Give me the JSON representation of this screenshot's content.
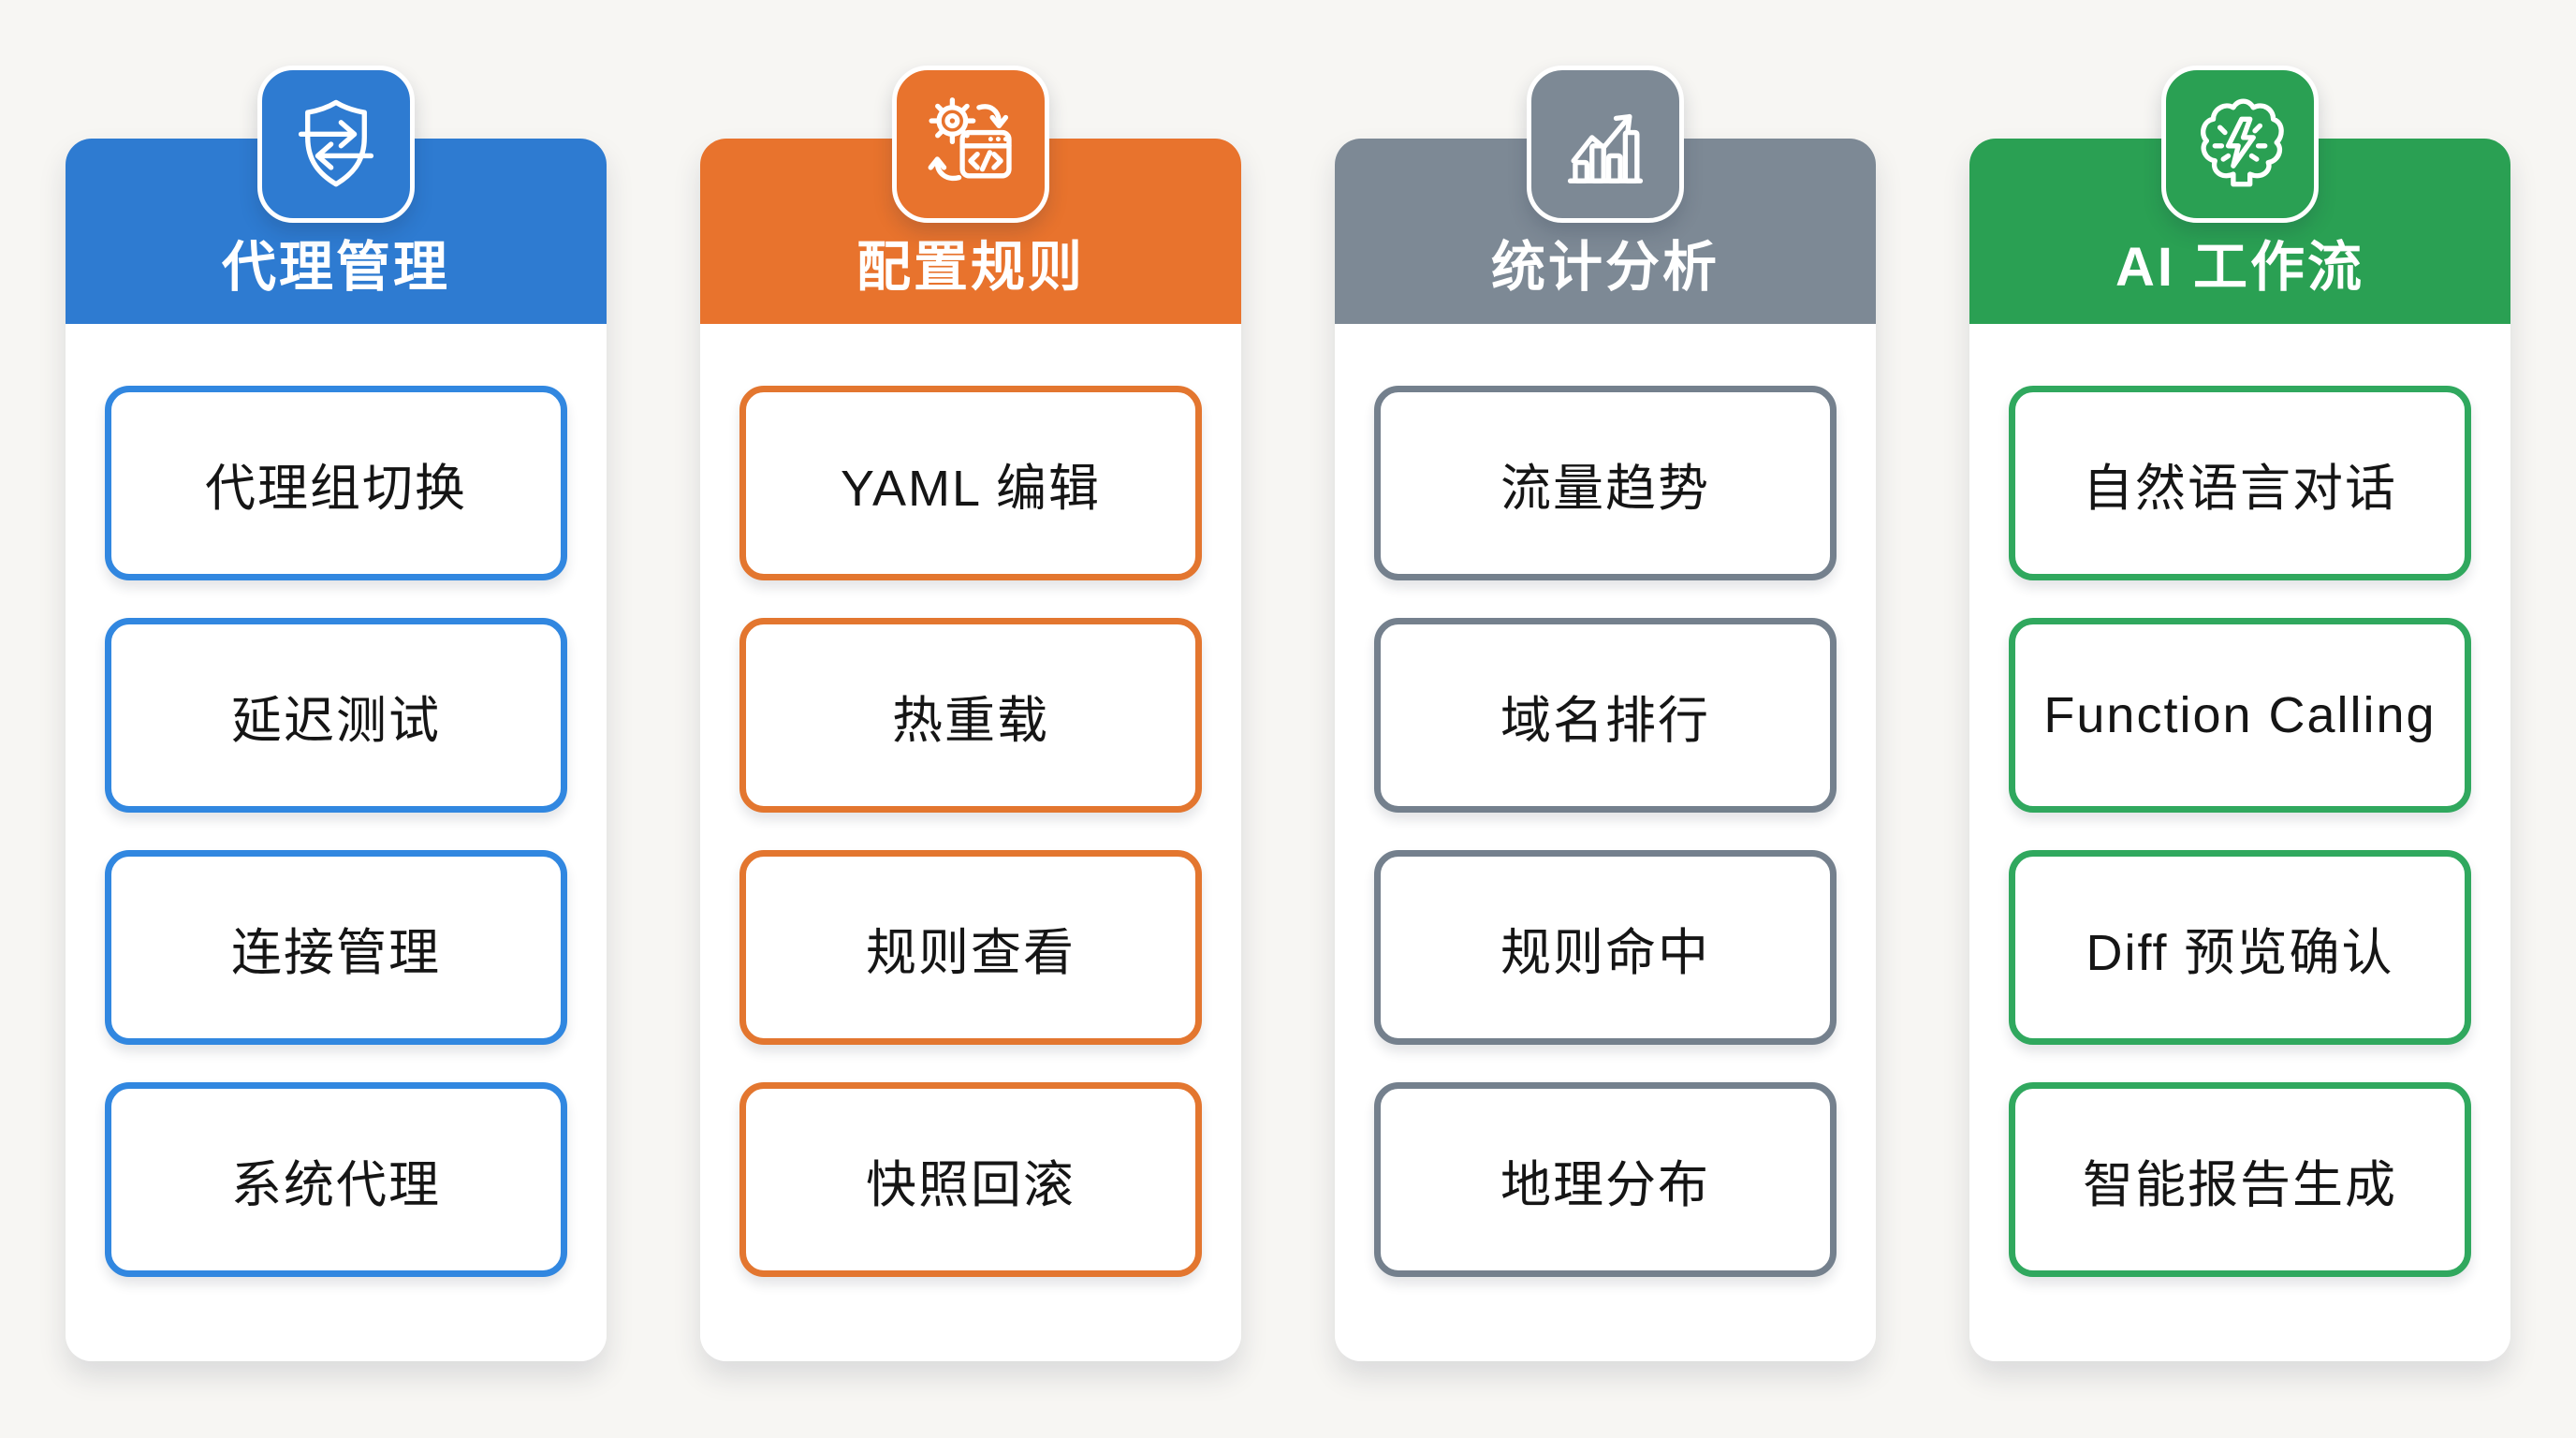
{
  "board": {
    "background": "#f7f6f3",
    "card_background": "#ffffff",
    "item_text_color": "#151515",
    "header_text_color": "#ffffff"
  },
  "columns": [
    {
      "title": "代理管理",
      "icon": "shield-swap-icon",
      "colors": {
        "header": "#2e7bd1",
        "item_border": "#3187e0"
      },
      "items": [
        "代理组切换",
        "延迟测试",
        "连接管理",
        "系统代理"
      ]
    },
    {
      "title": "配置规则",
      "icon": "gear-code-sync-icon",
      "colors": {
        "header": "#e8732d",
        "item_border": "#e3762f"
      },
      "items": [
        "YAML 编辑",
        "热重载",
        "规则查看",
        "快照回滚"
      ]
    },
    {
      "title": "统计分析",
      "icon": "bar-chart-trend-icon",
      "colors": {
        "header": "#7d8995",
        "item_border": "#74808d"
      },
      "items": [
        "流量趋势",
        "域名排行",
        "规则命中",
        "地理分布"
      ]
    },
    {
      "title": "AI 工作流",
      "icon": "brain-lightning-icon",
      "colors": {
        "header": "#2aa053",
        "item_border": "#30a85e"
      },
      "items": [
        "自然语言对话",
        "Function Calling",
        "Diff 预览确认",
        "智能报告生成"
      ]
    }
  ]
}
